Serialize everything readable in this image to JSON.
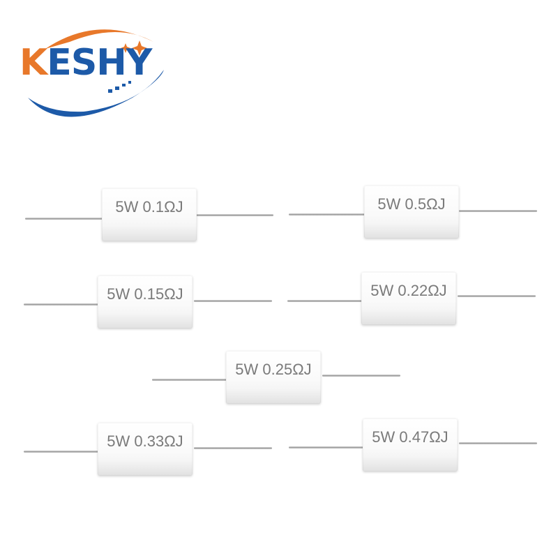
{
  "brand": {
    "name_first": "K",
    "name_rest": "ESHY",
    "colors": {
      "orange": "#e8782a",
      "blue": "#1d5aa8"
    }
  },
  "resistors": [
    {
      "label": "5W 0.1ΩJ"
    },
    {
      "label": "5W 0.5ΩJ"
    },
    {
      "label": "5W 0.15ΩJ"
    },
    {
      "label": "5W 0.22ΩJ"
    },
    {
      "label": "5W 0.25ΩJ"
    },
    {
      "label": "5W 0.33ΩJ"
    },
    {
      "label": "5W 0.47ΩJ"
    }
  ]
}
